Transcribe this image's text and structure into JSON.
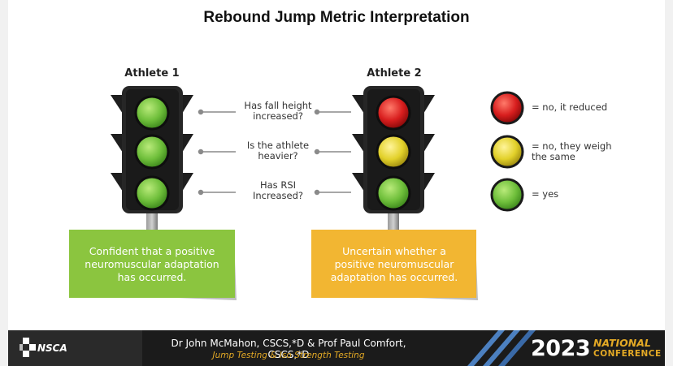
{
  "title": "Rebound Jump Metric Interpretation",
  "athletes": [
    {
      "label": "Athlete 1",
      "lights": [
        "green",
        "green",
        "green"
      ],
      "box_text": "Confident that a positive neuromuscular adaptation has occurred.",
      "box_color": "#8bc53f"
    },
    {
      "label": "Athlete 2",
      "lights": [
        "red",
        "yellow",
        "green"
      ],
      "box_text": "Uncertain whether a positive neuromuscular adaptation has occurred.",
      "box_color": "#f2b632"
    }
  ],
  "questions": [
    {
      "line1": "Has fall height",
      "line2": "increased?"
    },
    {
      "line1": "Is the athlete",
      "line2": "heavier?"
    },
    {
      "line1": "Has RSI",
      "line2": "Increased?"
    }
  ],
  "legend": [
    {
      "color": "red",
      "line1": "= no, it reduced",
      "line2": ""
    },
    {
      "color": "yellow",
      "line1": "= no, they weigh",
      "line2": "the same"
    },
    {
      "color": "green",
      "line1": "= yes",
      "line2": ""
    }
  ],
  "colors": {
    "red": "#d81e1e",
    "yellow": "#e2d12a",
    "green": "#6fbf3b",
    "footer_bg": "#1b1b1b",
    "accent": "#e3a925"
  },
  "footer": {
    "logo_text": "NSCA",
    "name": "Dr John McMahon, CSCS,*D & Prof Paul Comfort, CSCS,*D",
    "subtitle": "Jump Testing & Iso Strength Testing",
    "year": "2023",
    "conference_line1": "NATIONAL",
    "conference_line2": "CONFERENCE"
  }
}
